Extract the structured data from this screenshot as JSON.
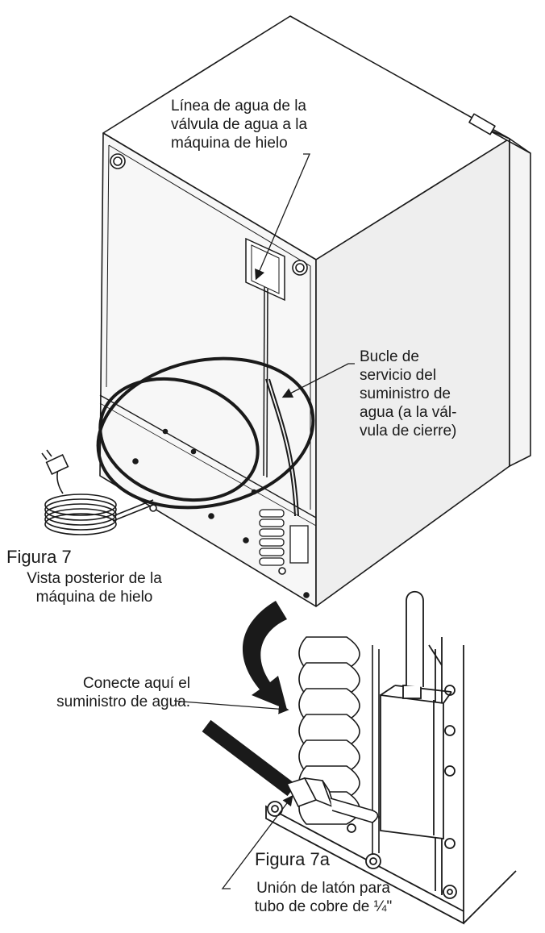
{
  "labels": {
    "water_line": "Línea de agua de la\nválvula de agua a la\nmáquina de hielo",
    "service_loop": "Bucle de\nservicio del\nsuministro de\nagua (a la vál-\nvula de cierre)",
    "connect_here": "Conecte aquí el\nsuministro de agua.",
    "brass_union": "Unión de latón para\ntubo de cobre de ¼\""
  },
  "figures": {
    "fig7_title": "Figura 7",
    "fig7_caption": "Vista posterior de la\nmáquina de hielo",
    "fig7a_title": "Figura 7a"
  },
  "colors": {
    "line": "#1a1a1a",
    "panel_side": "#eeeeee",
    "panel_back": "#f7f7f7"
  }
}
